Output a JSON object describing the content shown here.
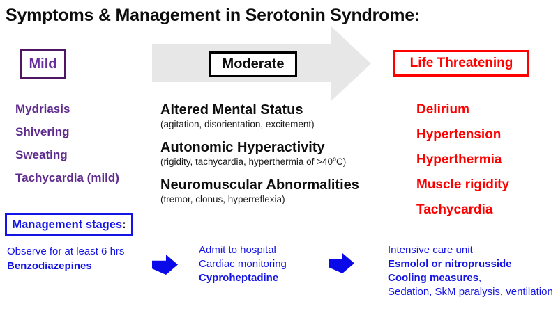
{
  "title": "Symptoms & Management in Serotonin Syndrome:",
  "colors": {
    "purple_text": "#5f2a8e",
    "purple_border": "#4e1663",
    "red": "#ff0000",
    "blue": "#1414e6",
    "arrow_gray": "#e7e7e7",
    "black": "#0d0d0d"
  },
  "mild": {
    "header": "Mild",
    "symptoms": [
      "Mydriasis",
      "Shivering",
      "Sweating",
      "Tachycardia (mild)"
    ]
  },
  "moderate": {
    "header": "Moderate",
    "groups": [
      {
        "title": "Altered Mental Status",
        "detail": "(agitation, disorientation, excitement)"
      },
      {
        "title": "Autonomic Hyperactivity",
        "detail_pre": "(rigidity, tachycardia, hyperthermia of >40",
        "detail_sup": "o",
        "detail_tail": "C)"
      },
      {
        "title": "Neuromuscular Abnormalities",
        "detail": "(tremor, clonus, hyperreflexia)"
      }
    ]
  },
  "life_threatening": {
    "header": "Life Threatening",
    "symptoms": [
      "Delirium",
      "Hypertension",
      "Hyperthermia",
      "Muscle rigidity",
      "Tachycardia"
    ]
  },
  "management": {
    "box_label": "Management stages",
    "box_colon": ":",
    "stage1": {
      "line1": "Observe for at least 6 hrs",
      "line2": "Benzodiazepines"
    },
    "stage2": {
      "line1": "Admit to hospital",
      "line2": "Cardiac monitoring",
      "line3": "Cyproheptadine"
    },
    "stage3": {
      "line1": "Intensive care unit",
      "line2": "Esmolol or nitroprusside",
      "line3_bold": "Cooling measures",
      "line3_tail": ",",
      "line4": "Sedation, SkM paralysis, ventilation"
    }
  }
}
